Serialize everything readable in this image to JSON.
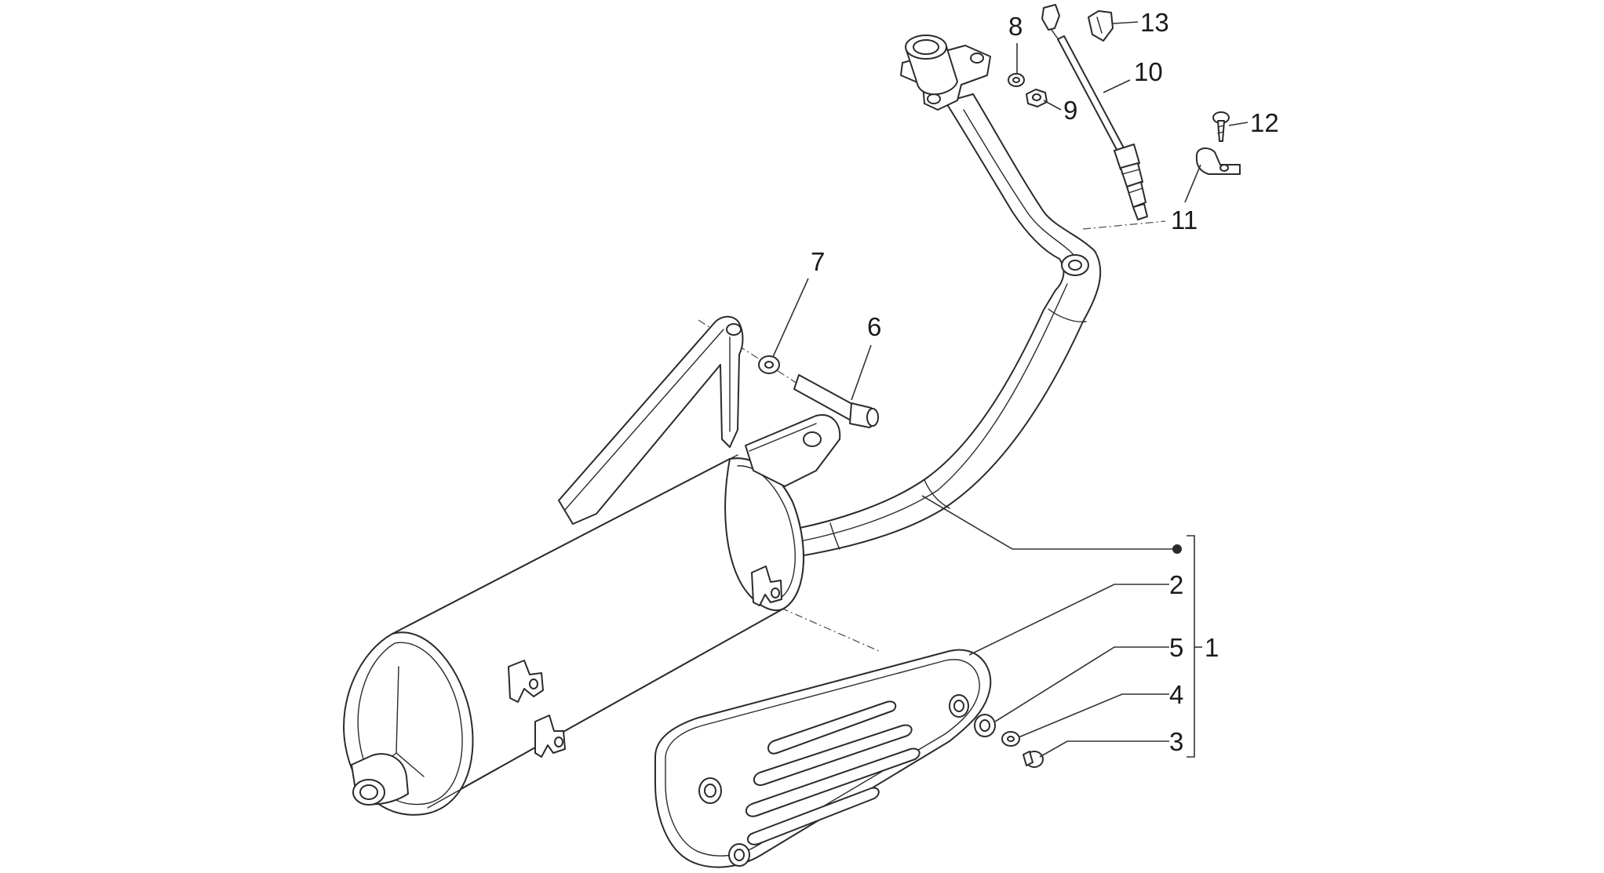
{
  "callouts": {
    "c1": "1",
    "c2": "2",
    "c3": "3",
    "c4": "4",
    "c5": "5",
    "c6": "6",
    "c7": "7",
    "c8": "8",
    "c9": "9",
    "c10": "10",
    "c11": "11",
    "c12": "12",
    "c13": "13"
  },
  "colors": {
    "line": "#2b2b2b",
    "background": "#ffffff"
  }
}
